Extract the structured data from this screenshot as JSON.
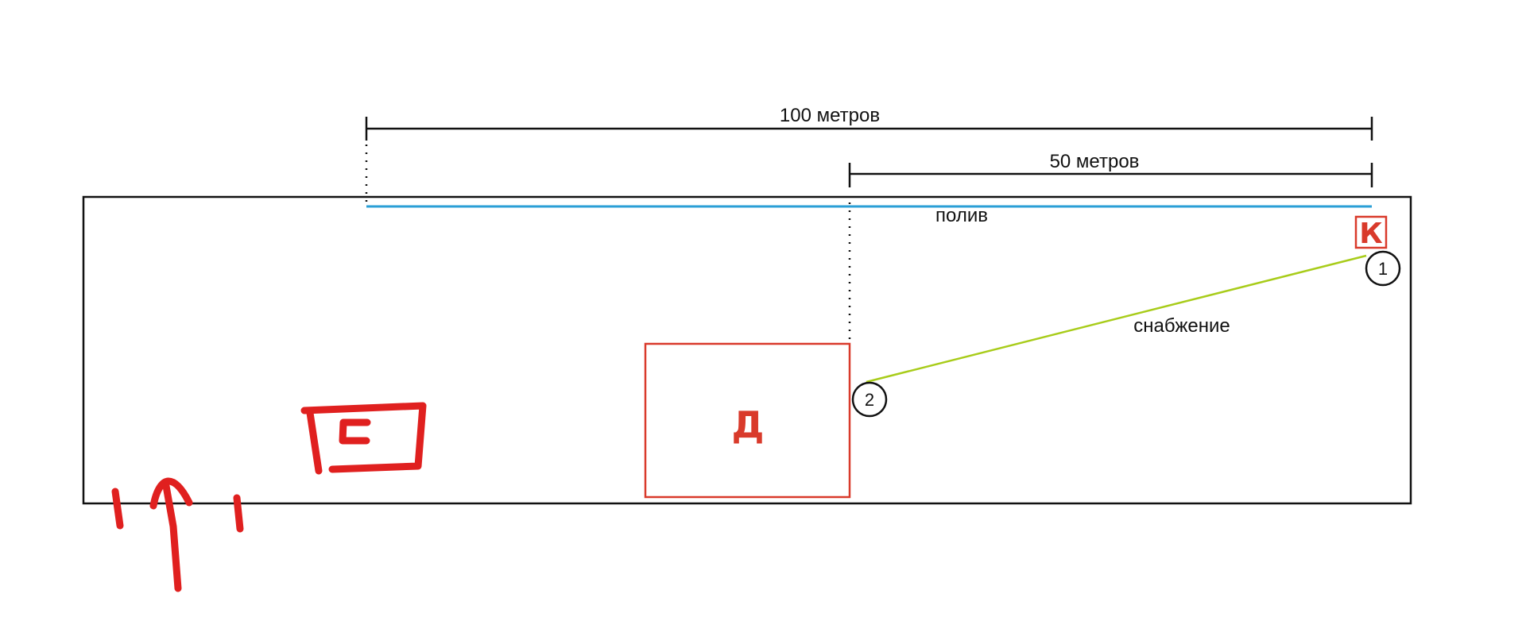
{
  "dimensions": {
    "total_label": "100 метров",
    "half_label": "50 метров"
  },
  "lines": {
    "irrigation_label": "полив",
    "supply_label": "снабжение"
  },
  "points": {
    "point1_label": "1",
    "point2_label": "2"
  },
  "buildings": {
    "house_label": "Д",
    "k_label": "К"
  },
  "colors": {
    "outline": "#111111",
    "irrigation": "#2a9fd6",
    "supply": "#a8cc1a",
    "building": "#d93a2b",
    "sketch": "#e0201f"
  },
  "sketch": {
    "arrow_icon": "entrance-arrow",
    "gate_icon": "gate-symbol"
  }
}
